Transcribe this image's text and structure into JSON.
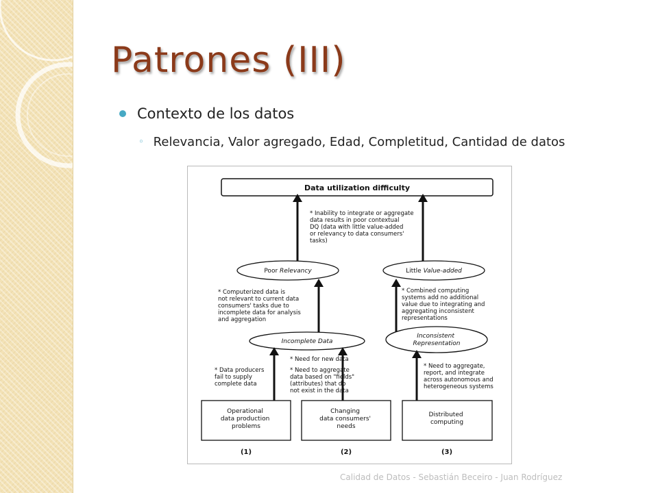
{
  "slide": {
    "title": "Patrones (III)",
    "bullet": "Contexto de los datos",
    "sub_bullet": "Relevancia, Valor agregado, Edad, Completitud, Cantidad de datos",
    "footer": "Calidad de Datos - Sebastián Beceiro - Juan Rodríguez"
  },
  "diagram": {
    "top_box": "Data utilization difficulty",
    "note_top": [
      "* Inability to integrate or aggregate",
      "data results in poor contextual",
      "DQ (data with little value-added",
      "or relevancy to data consumers'",
      "tasks)"
    ],
    "poor_relevancy": {
      "prefix": "Poor ",
      "emph": "Relevancy"
    },
    "little_value": {
      "prefix": "Little ",
      "emph": "Value-added"
    },
    "note_left": [
      "* Computerized data is",
      "not relevant to current data",
      "consumers' tasks due to",
      "incomplete data for analysis",
      "and aggregation"
    ],
    "note_right": [
      "* Combined computing",
      "systems add no additional",
      "value due to integrating and",
      "aggregating inconsistent",
      "representations"
    ],
    "incomplete_data": "Incomplete Data",
    "inconsistent": [
      "Inconsistent",
      "Representation"
    ],
    "note_producers": [
      "* Data producers",
      "fail to supply",
      "complete data"
    ],
    "note_needs_a": "* Need for new data",
    "note_needs_b": [
      "* Need to aggregate",
      "data based on \"fields\"",
      "(attributes) that do",
      "not exist in the data"
    ],
    "note_aggregate": [
      "* Need to aggregate,",
      "report, and integrate",
      "across autonomous and",
      "heterogeneous systems"
    ],
    "box1": [
      "Operational",
      "data production",
      "problems"
    ],
    "box2": [
      "Changing",
      "data consumers'",
      "needs"
    ],
    "box3": [
      "Distributed",
      "computing"
    ],
    "num1": "(1)",
    "num2": "(2)",
    "num3": "(3)"
  }
}
